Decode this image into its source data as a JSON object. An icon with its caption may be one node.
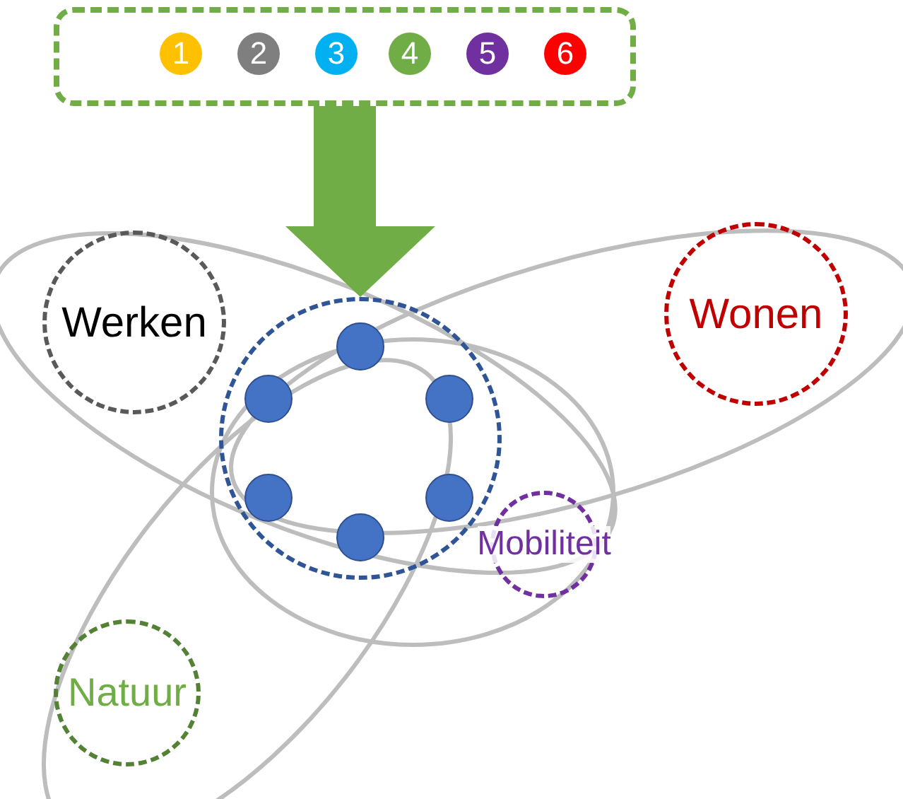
{
  "diagram": {
    "nodes": [
      {
        "text": [],
        "shape": "box"
      },
      {
        "text": [
          "1"
        ],
        "in": 0
      },
      {
        "text": [
          "2"
        ],
        "in": 0
      },
      {
        "text": [
          "3"
        ],
        "in": 0
      },
      {
        "text": [
          "4"
        ],
        "in": 0
      },
      {
        "text": [
          "5"
        ],
        "in": 0
      },
      {
        "text": [
          "6"
        ],
        "in": 0
      },
      {
        "text": [],
        "shape": "circle"
      },
      {
        "text": [],
        "shape": "circle",
        "in": 7
      },
      {
        "text": [],
        "shape": "circle",
        "in": 7
      },
      {
        "text": [],
        "shape": "circle",
        "in": 7
      },
      {
        "text": [],
        "shape": "circle",
        "in": 7
      },
      {
        "text": [],
        "shape": "circle",
        "in": 7
      },
      {
        "text": [],
        "shape": "circle",
        "in": 7
      },
      {
        "text": [
          "Werken"
        ]
      },
      {
        "text": [
          "Wonen"
        ]
      },
      {
        "text": [
          "Mobiliteit"
        ]
      },
      {
        "text": [
          "Natuur"
        ]
      }
    ],
    "edges": [
      {
        "from": 0,
        "to": 7,
        "arrow": "to",
        "style": "thick"
      }
    ]
  }
}
